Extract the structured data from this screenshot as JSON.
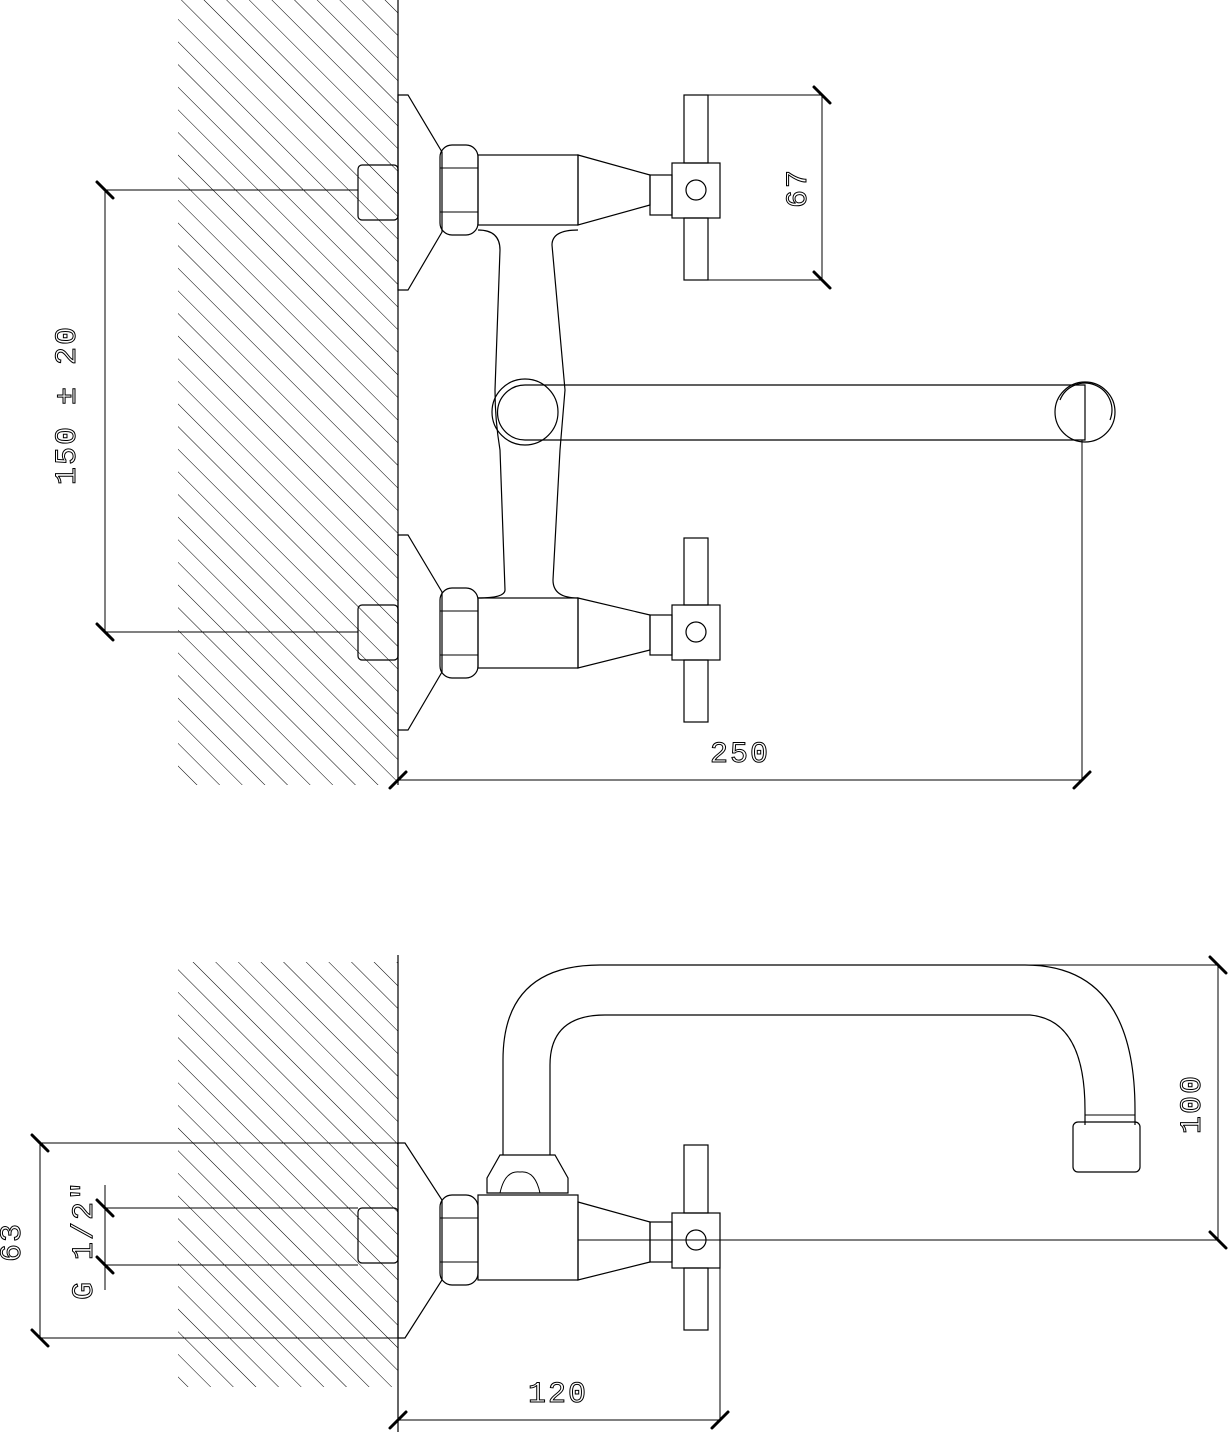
{
  "top_view": {
    "dim_centers": "150 ± 20",
    "dim_handle": "67",
    "dim_projection": "250"
  },
  "side_view": {
    "dim_height": "100",
    "dim_flange": "63",
    "dim_thread": "G 1/2\"",
    "dim_depth": "120"
  },
  "colors": {
    "line": "#000000",
    "background": "#ffffff"
  }
}
